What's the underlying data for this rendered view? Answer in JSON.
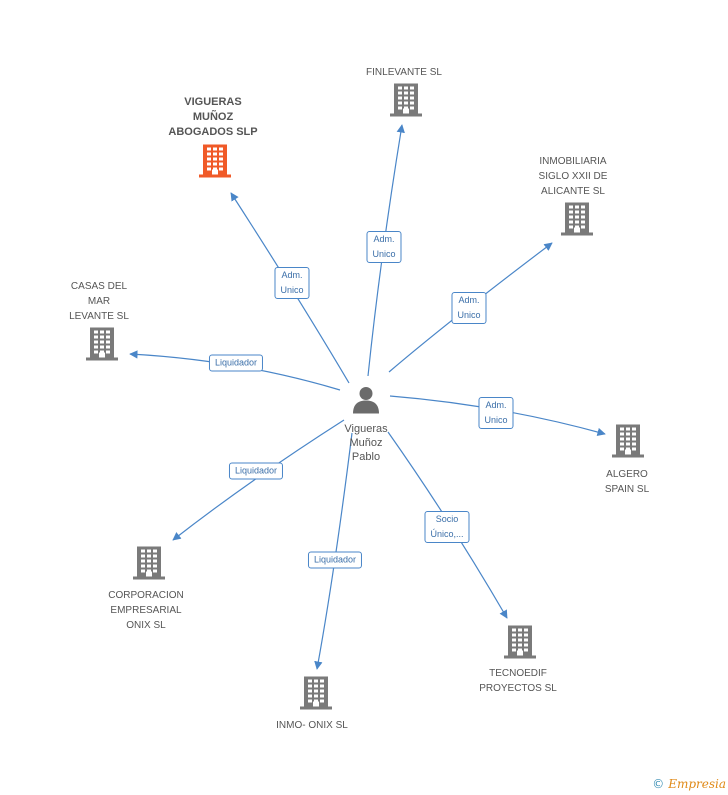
{
  "center": {
    "name_lines": [
      "Vigueras",
      "Muñoz",
      "Pablo"
    ]
  },
  "colors": {
    "edge": "#4a86c8",
    "company": "#7a7a7a",
    "highlight": "#f05a28",
    "person": "#6b6b6b"
  },
  "companies": [
    {
      "id": "vigueras",
      "lines": [
        "VIGUERAS",
        "MUÑOZ",
        "ABOGADOS SLP"
      ],
      "highlight": true
    },
    {
      "id": "finlevante",
      "lines": [
        "FINLEVANTE SL"
      ],
      "highlight": false
    },
    {
      "id": "inmobiliaria",
      "lines": [
        "INMOBILIARIA",
        "SIGLO XXII DE",
        "ALICANTE SL"
      ],
      "highlight": false
    },
    {
      "id": "casas",
      "lines": [
        "CASAS DEL",
        "MAR",
        "LEVANTE SL"
      ],
      "highlight": false
    },
    {
      "id": "algero",
      "lines": [
        "ALGERO",
        "SPAIN SL"
      ],
      "highlight": false
    },
    {
      "id": "corporacion",
      "lines": [
        "CORPORACION",
        "EMPRESARIAL",
        "ONIX SL"
      ],
      "highlight": false
    },
    {
      "id": "inmo",
      "lines": [
        "INMO- ONIX SL"
      ],
      "highlight": false
    },
    {
      "id": "tecnoedif",
      "lines": [
        "TECNOEDIF",
        "PROYECTOS SL"
      ],
      "highlight": false
    }
  ],
  "relations": [
    {
      "target": "vigueras",
      "lines": [
        "Adm.",
        "Unico"
      ]
    },
    {
      "target": "finlevante",
      "lines": [
        "Adm.",
        "Unico"
      ]
    },
    {
      "target": "inmobiliaria",
      "lines": [
        "Adm.",
        "Unico"
      ]
    },
    {
      "target": "casas",
      "lines": [
        "Liquidador"
      ]
    },
    {
      "target": "algero",
      "lines": [
        "Adm.",
        "Unico"
      ]
    },
    {
      "target": "corporacion",
      "lines": [
        "Liquidador"
      ]
    },
    {
      "target": "inmo",
      "lines": [
        "Liquidador"
      ]
    },
    {
      "target": "tecnoedif",
      "lines": [
        "Socio",
        "Único,..."
      ]
    }
  ],
  "footer": {
    "copyright": "©",
    "brand": "Empresia"
  }
}
